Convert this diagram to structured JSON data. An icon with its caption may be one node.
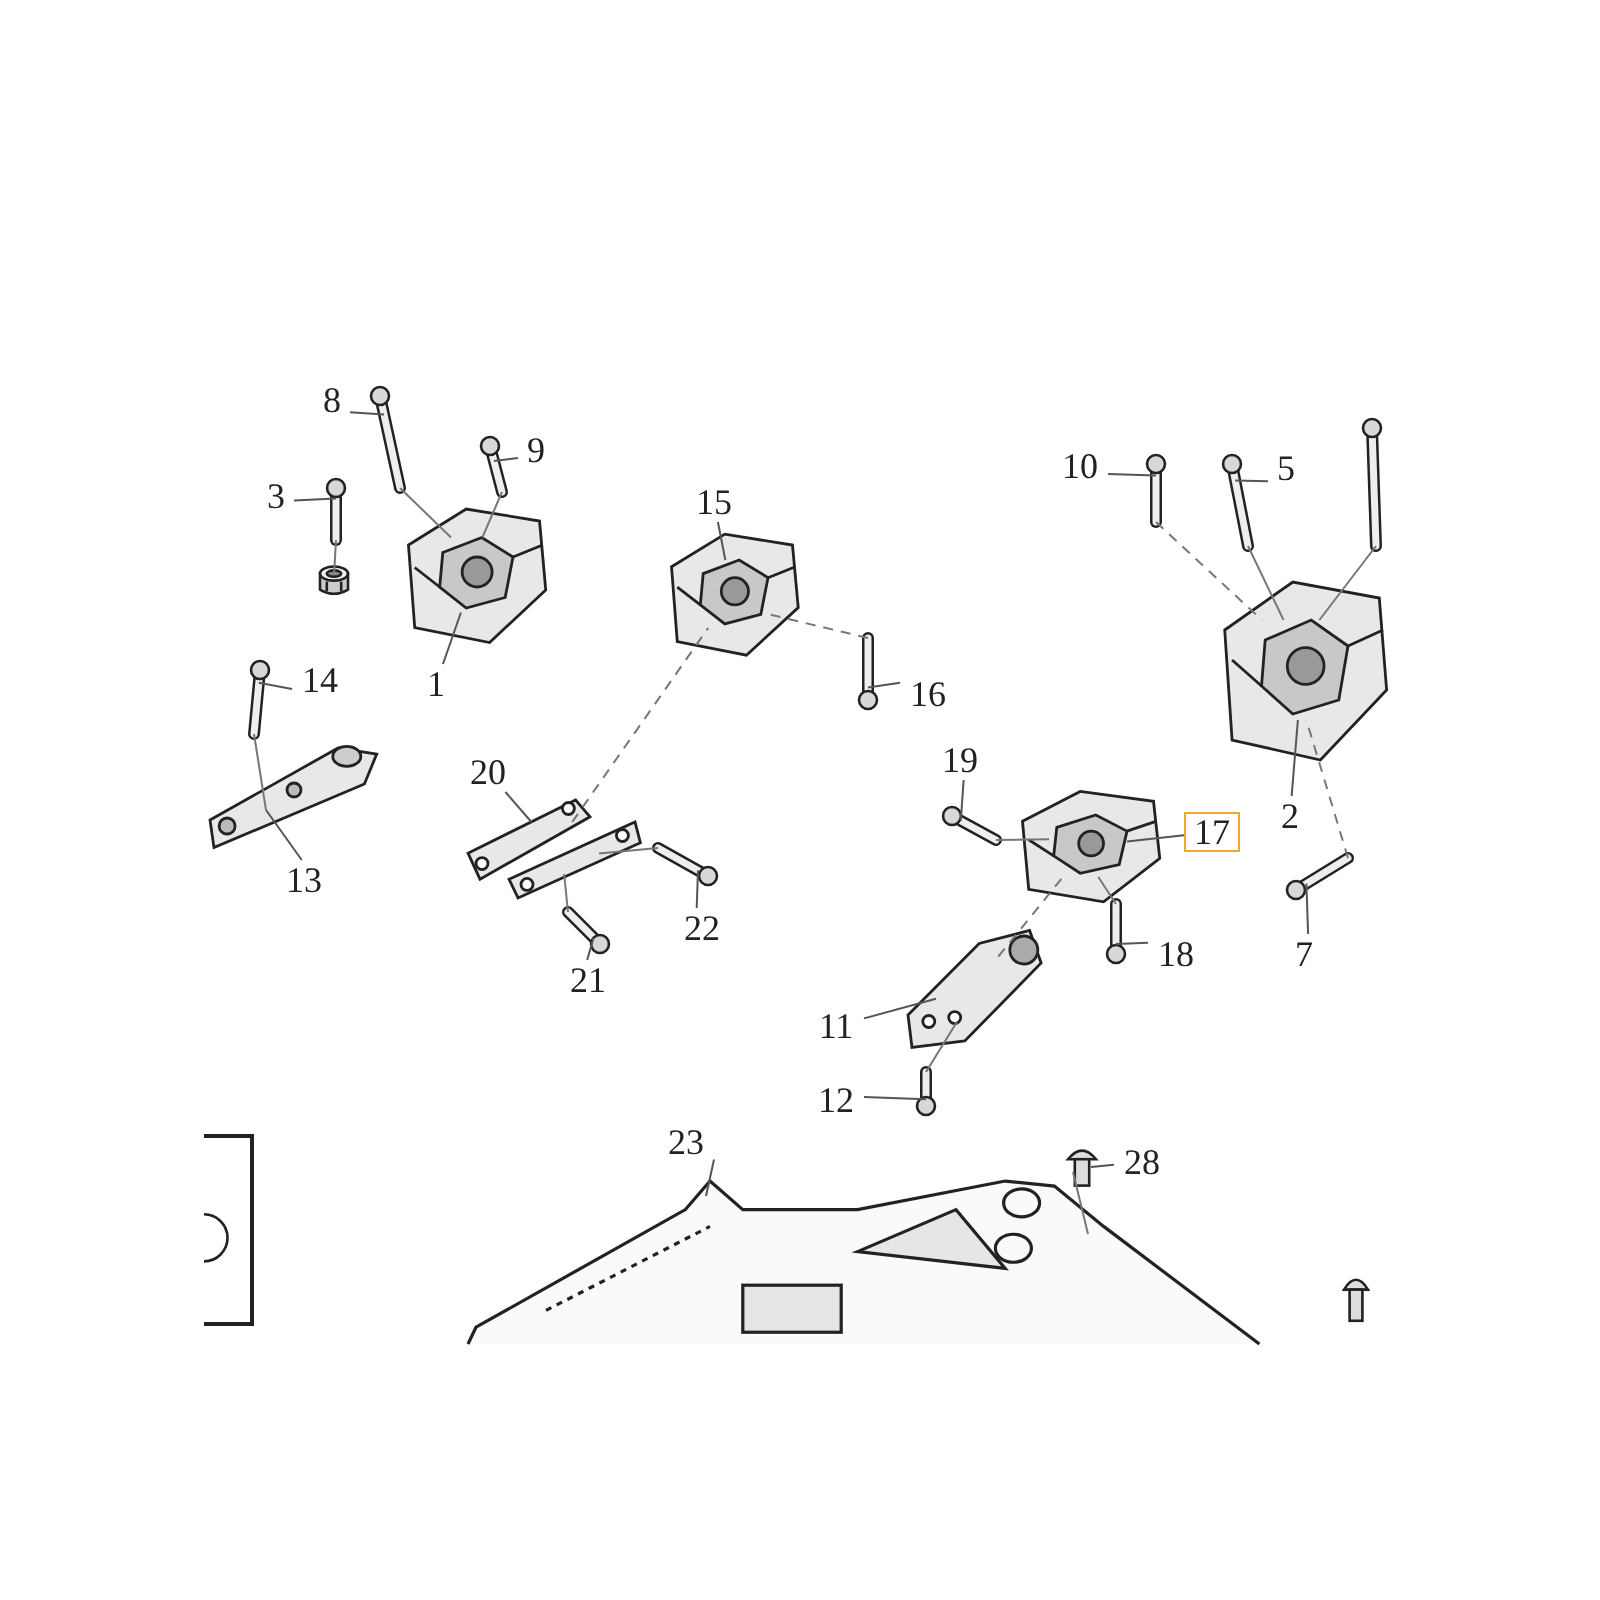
{
  "diagram": {
    "nodes": [
      {
        "text": [
          "8"
        ]
      },
      {
        "text": [
          "9"
        ]
      },
      {
        "text": [
          "3"
        ]
      },
      {
        "text": [
          "10"
        ]
      },
      {
        "text": [
          "5"
        ]
      },
      {
        "text": [
          "15"
        ]
      },
      {
        "text": [
          "1"
        ]
      },
      {
        "text": [
          "14"
        ]
      },
      {
        "text": [
          "16"
        ]
      },
      {
        "text": [
          "20"
        ]
      },
      {
        "text": [
          "19"
        ]
      },
      {
        "text": [
          "17"
        ]
      },
      {
        "text": [
          "2"
        ]
      },
      {
        "text": [
          "13"
        ]
      },
      {
        "text": [
          "22"
        ]
      },
      {
        "text": [
          "18"
        ]
      },
      {
        "text": [
          "7"
        ]
      },
      {
        "text": [
          "21"
        ]
      },
      {
        "text": [
          "11"
        ]
      },
      {
        "text": [
          "12"
        ]
      },
      {
        "text": [
          "23"
        ]
      },
      {
        "text": [
          "28"
        ]
      },
      {
        "text": [],
        "shape": "picture"
      },
      {
        "text": [],
        "shape": "picture"
      },
      {
        "text": [],
        "shape": "picture"
      },
      {
        "text": [],
        "shape": "picture"
      },
      {
        "text": [],
        "shape": "picture"
      },
      {
        "text": [],
        "shape": "picture"
      },
      {
        "text": [],
        "shape": "picture"
      },
      {
        "text": [],
        "shape": "picture"
      },
      {
        "text": [],
        "shape": "picture"
      },
      {
        "text": [],
        "shape": "picture"
      },
      {
        "text": [],
        "shape": "picture"
      },
      {
        "text": [],
        "shape": "picture"
      },
      {
        "text": [],
        "shape": "picture"
      },
      {
        "text": [],
        "shape": "picture"
      },
      {
        "text": [],
        "shape": "picture"
      },
      {
        "text": [],
        "shape": "picture"
      },
      {
        "text": [],
        "shape": "picture"
      },
      {
        "text": [],
        "shape": "picture"
      },
      {
        "text": [],
        "shape": "picture"
      },
      {
        "text": [],
        "shape": "picture"
      },
      {
        "text": [],
        "shape": "picture"
      },
      {
        "text": [],
        "shape": "picture"
      },
      {
        "text": [],
        "shape": "picture"
      },
      {
        "text": [],
        "shape": "picture"
      },
      {
        "text": [],
        "shape": "picture"
      },
      {
        "text": [],
        "shape": "picture"
      }
    ],
    "edges": [
      {
        "from": 0,
        "to": 22,
        "arrow": "none"
      },
      {
        "from": 1,
        "to": 23,
        "arrow": "none"
      },
      {
        "from": 2,
        "to": 24,
        "arrow": "none"
      },
      {
        "from": 3,
        "to": 25,
        "arrow": "none"
      },
      {
        "from": 4,
        "to": 26,
        "arrow": "none"
      },
      {
        "from": 5,
        "to": 27,
        "arrow": "none"
      },
      {
        "from": 6,
        "to": 28,
        "arrow": "none"
      },
      {
        "from": 7,
        "to": 29,
        "arrow": "none"
      },
      {
        "from": 8,
        "to": 30,
        "arrow": "none"
      },
      {
        "from": 9,
        "to": 31,
        "arrow": "none"
      },
      {
        "from": 10,
        "to": 32,
        "arrow": "none"
      },
      {
        "from": 11,
        "to": 33,
        "arrow": "none"
      },
      {
        "from": 12,
        "to": 34,
        "arrow": "none"
      },
      {
        "from": 13,
        "to": 35,
        "arrow": "none"
      },
      {
        "from": 14,
        "to": 36,
        "arrow": "none"
      },
      {
        "from": 15,
        "to": 37,
        "arrow": "none"
      },
      {
        "from": 16,
        "to": 38,
        "arrow": "none"
      },
      {
        "from": 17,
        "to": 39,
        "arrow": "none"
      },
      {
        "from": 18,
        "to": 40,
        "arrow": "none"
      },
      {
        "from": 19,
        "to": 41,
        "arrow": "none"
      },
      {
        "from": 20,
        "to": 42,
        "arrow": "none"
      },
      {
        "from": 21,
        "to": 43,
        "arrow": "none"
      },
      {
        "from": 22,
        "to": 28,
        "arrow": "none"
      },
      {
        "from": 23,
        "to": 28,
        "arrow": "none"
      },
      {
        "from": 24,
        "to": 45,
        "arrow": "none"
      },
      {
        "from": 25,
        "to": 34,
        "arrow": "none",
        "style": "dashed"
      },
      {
        "from": 26,
        "to": 34,
        "arrow": "none"
      },
      {
        "from": 44,
        "to": 34,
        "arrow": "none"
      },
      {
        "from": 38,
        "to": 34,
        "arrow": "none",
        "style": "dashed"
      },
      {
        "from": 30,
        "to": 27,
        "arrow": "none",
        "style": "dashed"
      },
      {
        "from": 31,
        "to": 27,
        "arrow": "none",
        "style": "dashed"
      },
      {
        "from": 29,
        "to": 35,
        "arrow": "none"
      },
      {
        "from": 36,
        "to": 31,
        "arrow": "none"
      },
      {
        "from": 39,
        "to": 31,
        "arrow": "none"
      },
      {
        "from": 32,
        "to": 33,
        "arrow": "none"
      },
      {
        "from": 37,
        "to": 33,
        "arrow": "none"
      },
      {
        "from": 40,
        "to": 33,
        "arrow": "none",
        "style": "dashed"
      },
      {
        "from": 41,
        "to": 40,
        "arrow": "none"
      },
      {
        "from": 43,
        "to": 42,
        "arrow": "none"
      }
    ]
  }
}
